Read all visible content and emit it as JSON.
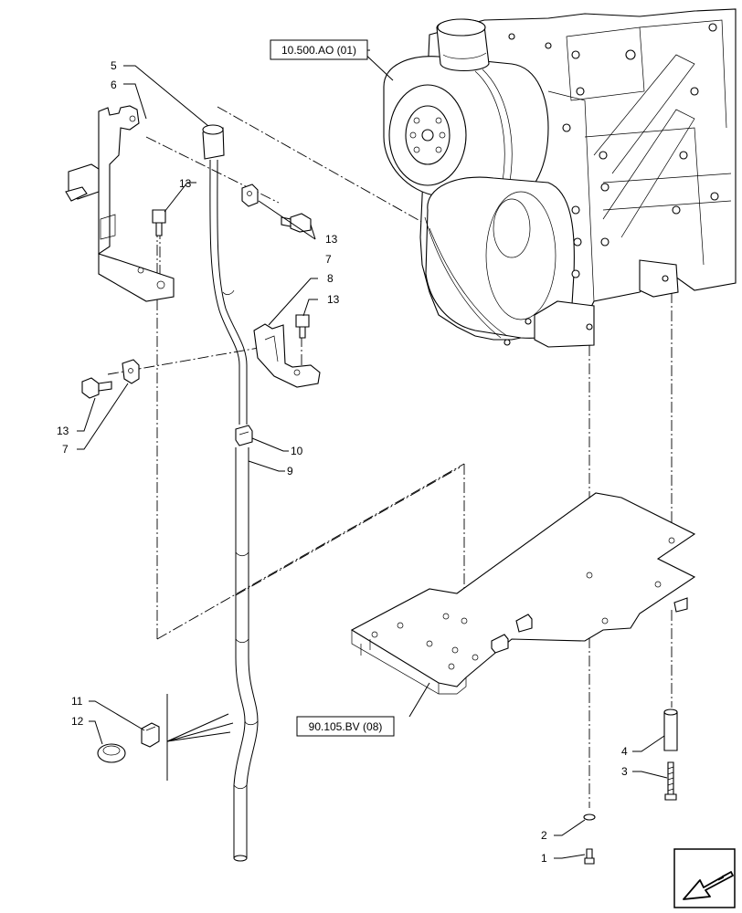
{
  "references": {
    "engine": "10.500.AO (01)",
    "plate": "90.105.BV (08)"
  },
  "callouts": {
    "c1": "1",
    "c2": "2",
    "c3": "3",
    "c4": "4",
    "c5": "5",
    "c6": "6",
    "c7a": "7",
    "c7b": "7",
    "c8": "8",
    "c9": "9",
    "c10": "10",
    "c11": "11",
    "c12": "12",
    "c13a": "13",
    "c13b": "13",
    "c13c": "13",
    "c13d": "13"
  },
  "icons": {
    "nav": "arrow-down-left-icon"
  }
}
